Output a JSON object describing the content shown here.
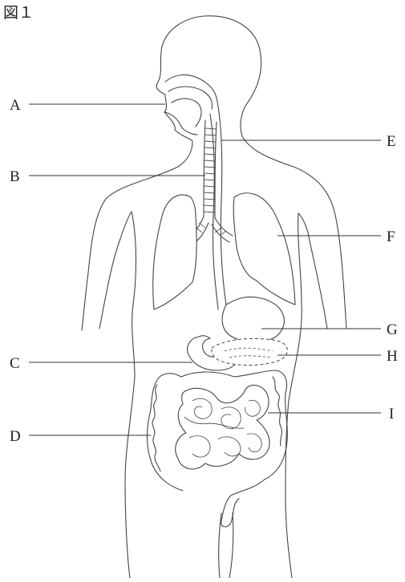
{
  "figure": {
    "title": "図１",
    "labels": {
      "A": "A",
      "B": "B",
      "C": "C",
      "D": "D",
      "E": "E",
      "F": "F",
      "G": "G",
      "H": "H",
      "I": "I"
    }
  }
}
